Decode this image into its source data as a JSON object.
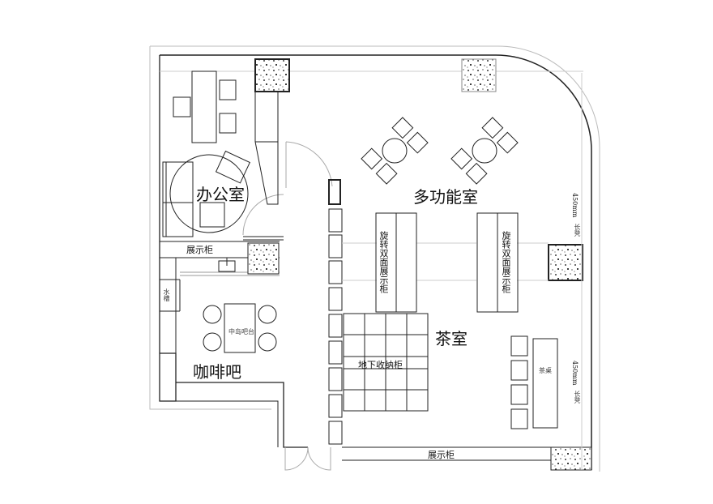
{
  "rooms": {
    "office": "办公室",
    "multipurpose": "多功能室",
    "tea_room": "茶室",
    "coffee_bar": "咖啡吧"
  },
  "furniture": {
    "display_cabinet_top": "展示柜",
    "display_cabinet_bottom": "展示柜",
    "rotating_display_1": "旋转双面展示柜",
    "rotating_display_2": "旋转双面展示柜",
    "island_bar": "中岛吧台",
    "sink": "水槽",
    "underfloor_storage": "地下收纳柜",
    "tea_table": "茶桌"
  },
  "dimensions": {
    "bench_1_size": "450mm",
    "bench_1_label": "长凳",
    "bench_2_size": "450mm",
    "bench_2_label": "长凳"
  }
}
